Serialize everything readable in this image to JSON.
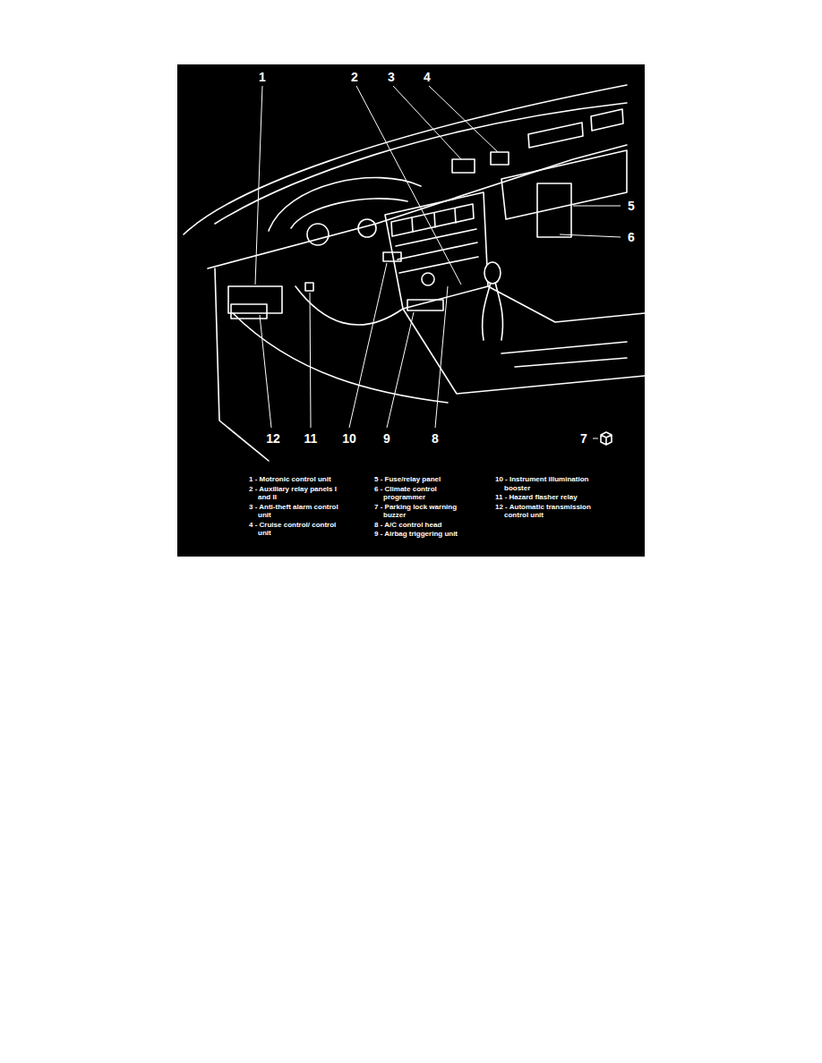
{
  "diagram": {
    "labels": [
      "1",
      "2",
      "3",
      "4",
      "5",
      "6",
      "12",
      "11",
      "10",
      "9",
      "8",
      "7",
      "1 - Motronic control unit",
      "2 - Auxiliary relay panels I and II",
      "3 - Anti-theft alarm control unit",
      "4 - Cruise control/ control unit",
      "5 - Fuse/relay panel",
      "6 - Climate control programmer",
      "7 - Parking lock warning buzzer",
      "8 - A/C control head",
      "9 - Airbag triggering unit",
      "10 - Instrument illumination booster",
      "11 - Hazard flasher relay",
      "12 - Automatic transmission control unit"
    ]
  }
}
